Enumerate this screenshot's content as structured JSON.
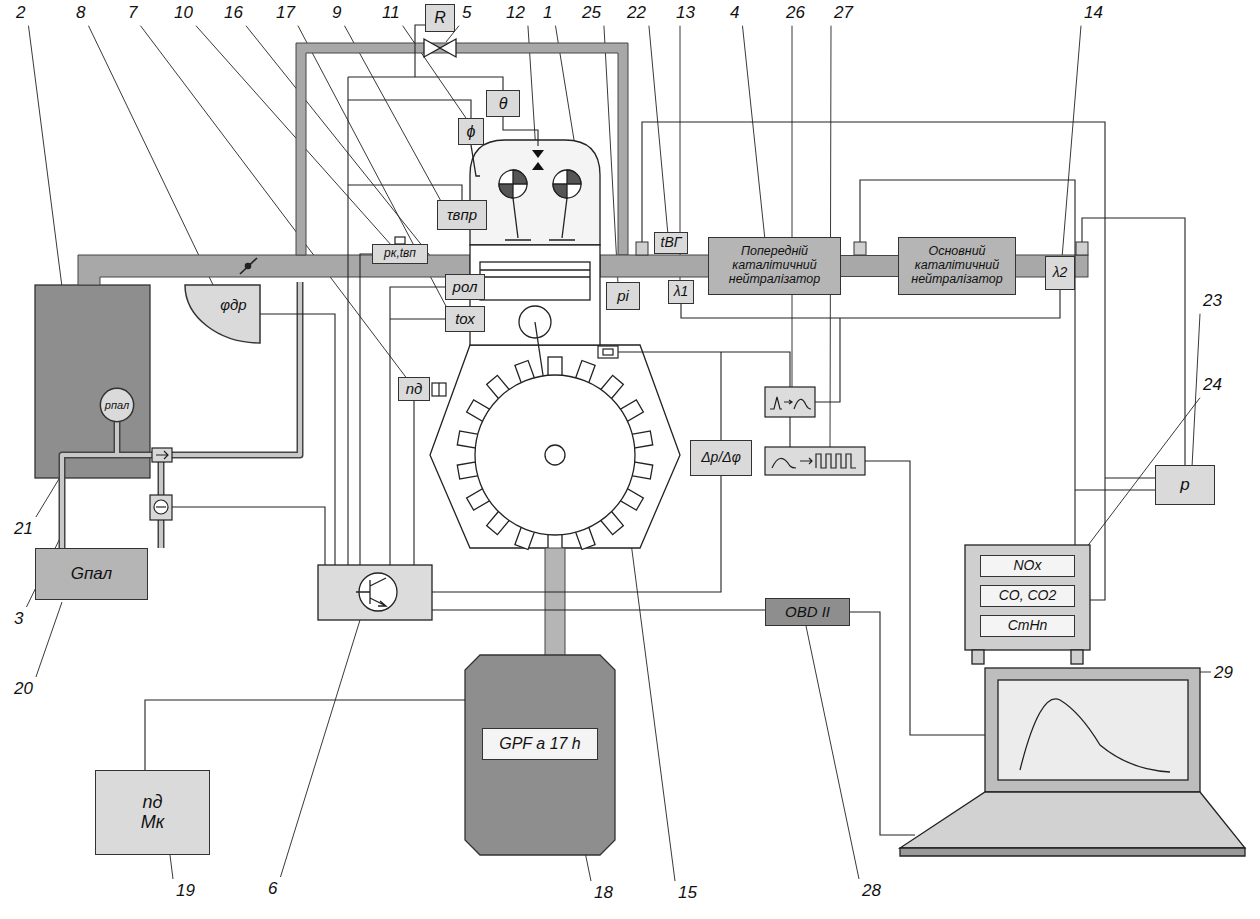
{
  "diagram": {
    "nodes": [
      {
        "text": [
          "R"
        ]
      },
      {
        "text": [
          "θ"
        ]
      },
      {
        "text": [
          "ϕ"
        ]
      },
      {
        "text": [
          "τвпр"
        ]
      },
      {
        "text": [
          "pк,tвп"
        ]
      },
      {
        "text": [
          "φдр"
        ]
      },
      {
        "text": [
          "pол"
        ]
      },
      {
        "text": [
          "tох"
        ]
      },
      {
        "text": [
          "nд"
        ]
      },
      {
        "text": [
          "pпал"
        ]
      },
      {
        "text": [
          "Gпал"
        ]
      },
      {
        "text": [
          "tВГ"
        ]
      },
      {
        "text": [
          "pi"
        ]
      },
      {
        "text": [
          "λ1"
        ]
      },
      {
        "text": [
          "Попередній каталітичний нейтралізатор"
        ]
      },
      {
        "text": [
          "Основний каталітичний нейтралізатор"
        ]
      },
      {
        "text": [
          "λ2"
        ]
      },
      {
        "text": [
          "Δp/Δφ"
        ]
      },
      {
        "text": [
          "OBD II"
        ]
      },
      {
        "text": [
          "p"
        ]
      },
      {
        "text": [
          "NOx"
        ]
      },
      {
        "text": [
          "CO, CO2"
        ]
      },
      {
        "text": [
          "CmHn"
        ]
      },
      {
        "text": [
          "GPF a 17 h"
        ]
      },
      {
        "text": [
          "nд",
          "Mк"
        ]
      }
    ],
    "edges": [
      {
        "from": 14,
        "to": 15,
        "arrow": "none"
      }
    ],
    "labels": [
      "2",
      "8",
      "7",
      "10",
      "16",
      "17",
      "9",
      "11",
      "5",
      "12",
      "1",
      "25",
      "22",
      "13",
      "4",
      "26",
      "27",
      "14",
      "23",
      "24",
      "29",
      "21",
      "3",
      "20",
      "6",
      "19",
      "18",
      "15",
      "28"
    ]
  }
}
